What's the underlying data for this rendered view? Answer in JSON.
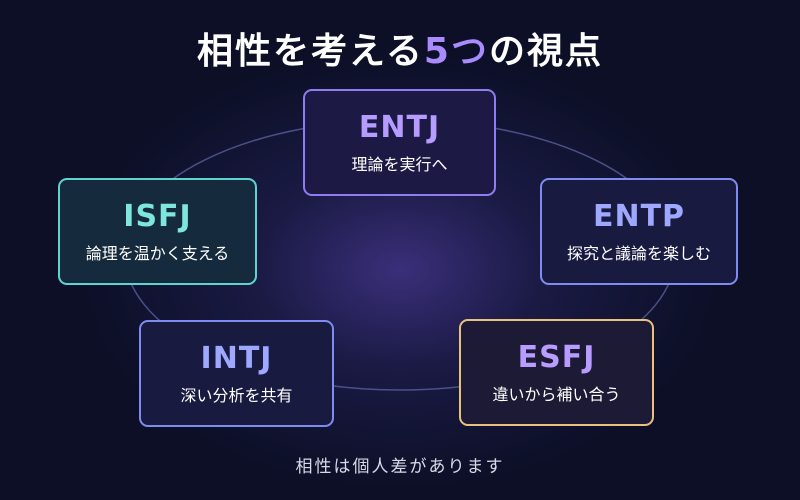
{
  "title": {
    "main": "相性を考える",
    "accent": "5つ",
    "suffix": "の視点"
  },
  "footer": "相性は個人差があります",
  "colors": {
    "purple": "#8f7cf0",
    "purple_text": "#b79cff",
    "teal": "#5fd4cc",
    "teal_text": "#7fe6dd",
    "blue": "#7f8bf0",
    "blue_text": "#9ea8ff",
    "gold": "#e8c080",
    "gold_text": "#b89cff"
  },
  "cards": [
    {
      "code": "ENTJ",
      "desc": "理論を実行へ"
    },
    {
      "code": "ENTP",
      "desc": "探究と議論を楽しむ"
    },
    {
      "code": "ESFJ",
      "desc": "違いから補い合う"
    },
    {
      "code": "INTJ",
      "desc": "深い分析を共有"
    },
    {
      "code": "ISFJ",
      "desc": "論理を温かく支える"
    }
  ]
}
